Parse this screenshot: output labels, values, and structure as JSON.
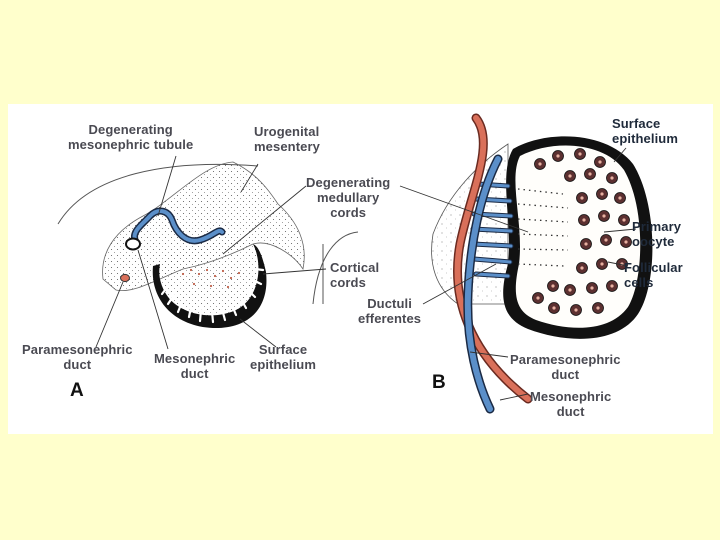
{
  "panels": {
    "a": {
      "letter": "A",
      "labels": {
        "degenerating_mesonephric_tubule": "Degenerating\nmesonephric tubule",
        "urogenital_mesentery": "Urogenital\nmesentery",
        "degenerating_medullary_cords": "Degenerating\nmedullary\ncords",
        "cortical_cords": "Cortical\ncords",
        "paramesonephric_duct": "Paramesonephric\nduct",
        "mesonephric_duct": "Mesonephric\nduct",
        "surface_epithelium": "Surface\nepithelium"
      }
    },
    "b": {
      "letter": "B",
      "labels": {
        "surface_epithelium": "Surface\nepithelium",
        "primary_oocyte": "Primary\noocyte",
        "follicular_cells": "Follicular\ncells",
        "ductuli_efferentes": "Ductuli\nefferentes",
        "paramesonephric_duct": "Paramesonephric\nduct",
        "mesonephric_duct": "Mesonephric\nduct"
      }
    }
  },
  "colors": {
    "slide_background": "#ffffcc",
    "mesonephric_blue": "#5b8fc9",
    "paramesonephric_red": "#d9705a",
    "epithelium_black": "#111111",
    "label_gray": "#4a4a52"
  }
}
